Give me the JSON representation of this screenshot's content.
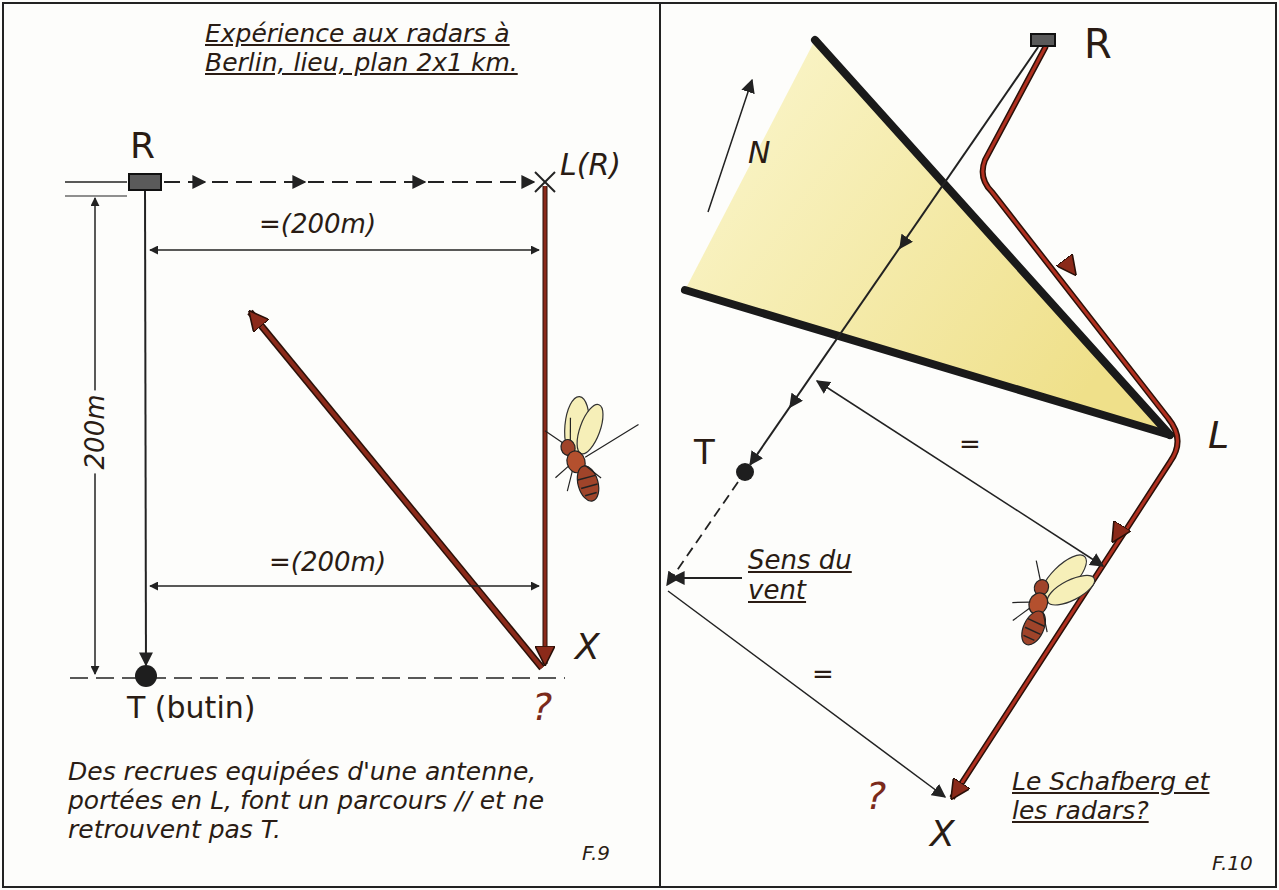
{
  "diagram": {
    "title": "Expérience aux radars à Berlin, lieu, plan 2x1 km.",
    "caption": "Des recrues equipées d'une antenne, portées en L, font un parcours // et ne retrouvent pas T.",
    "nodes": [
      {
        "text": [
          "R"
        ]
      },
      {
        "text": [
          "T (butin)"
        ]
      },
      {
        "text": [
          "R"
        ]
      },
      {
        "text": [
          "T"
        ]
      }
    ],
    "edges": [
      {
        "from": 0,
        "to": 1,
        "arrow": "to"
      },
      {
        "from": 2,
        "to": 3,
        "arrow": "to"
      }
    ],
    "labels": [
      "L(R)",
      "=(200m)",
      "200m",
      "=(200m)",
      "X",
      "?",
      "F.9",
      "N",
      "L",
      "Sens du vent",
      "=",
      "=",
      "?",
      "X",
      "Le Schafberg et les radars?",
      "F.10"
    ]
  }
}
